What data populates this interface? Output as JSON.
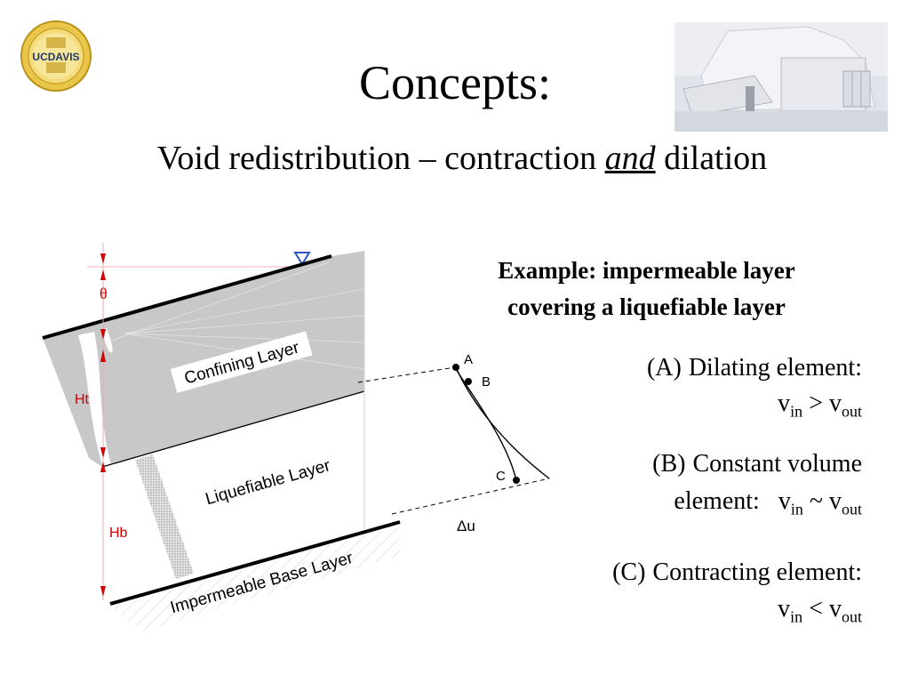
{
  "slide": {
    "title": "Concepts:",
    "subtitle_part1": "Void redistribution – contraction ",
    "subtitle_emph": "and",
    "subtitle_part2": " dilation"
  },
  "logo": {
    "text_main": "UC",
    "text_bold": "DAVIS"
  },
  "example": {
    "line1": "Example: impermeable layer",
    "line2": "covering a liquefiable layer"
  },
  "items": [
    {
      "label": "(A)",
      "text": "Dilating element:",
      "eq_v1": "v",
      "eq_s1": "in",
      "eq_op": ">",
      "eq_v2": "v",
      "eq_s2": "out"
    },
    {
      "label": "(B)",
      "text": "Constant volume",
      "text2": "element:",
      "eq_v1": "v",
      "eq_s1": "in",
      "eq_op": "~",
      "eq_v2": "v",
      "eq_s2": "out"
    },
    {
      "label": "(C)",
      "text": "Contracting element:",
      "eq_v1": "v",
      "eq_s1": "in",
      "eq_op": "<",
      "eq_v2": "v",
      "eq_s2": "out"
    }
  ],
  "diagram": {
    "theta": "θ",
    "ht": "Ht",
    "hb": "Hb",
    "confining": "Confining Layer",
    "liquefiable": "Liquefiable Layer",
    "base": "Impermeable Base Layer",
    "point_a": "A",
    "point_b": "B",
    "point_c": "C",
    "delta_u": "Δu"
  },
  "colors": {
    "red_marker": "#d40000",
    "layer_gray": "#c8c8c8",
    "gold": "#c9a227",
    "navy": "#1f3a6e"
  }
}
